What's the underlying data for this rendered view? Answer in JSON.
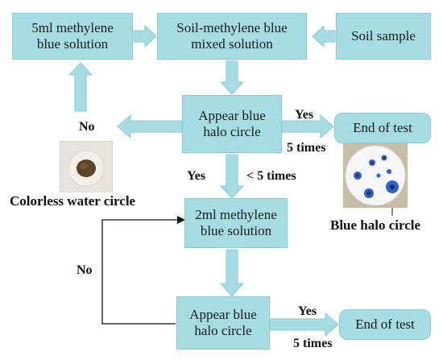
{
  "boxes": {
    "methylene_5ml": [
      "5ml methylene",
      "blue solution"
    ],
    "mixed_solution": [
      "Soil-methylene blue",
      "mixed solution"
    ],
    "soil_sample": [
      "Soil sample"
    ],
    "appear_halo_1": [
      "Appear blue",
      "halo circle"
    ],
    "end_test_1": [
      "End of test"
    ],
    "methylene_2ml": [
      "2ml methylene",
      "blue solution"
    ],
    "appear_halo_2": [
      "Appear blue",
      "halo circle"
    ],
    "end_test_2": [
      "End of test"
    ]
  },
  "labels": {
    "no_left": "No",
    "yes_right_1": "Yes",
    "five_times_1": "5 times",
    "yes_down": "Yes",
    "less_five_times": "< 5 times",
    "no_loop": "No",
    "yes_right_2": "Yes",
    "five_times_2": "5 times"
  },
  "captions": {
    "colorless": "Colorless water circle",
    "blue_halo": "Blue halo circle"
  },
  "colors": {
    "box_fill": "#a6dde4",
    "arrow_fill": "#a6dde4",
    "halo_blue": "#2f5fc8"
  }
}
